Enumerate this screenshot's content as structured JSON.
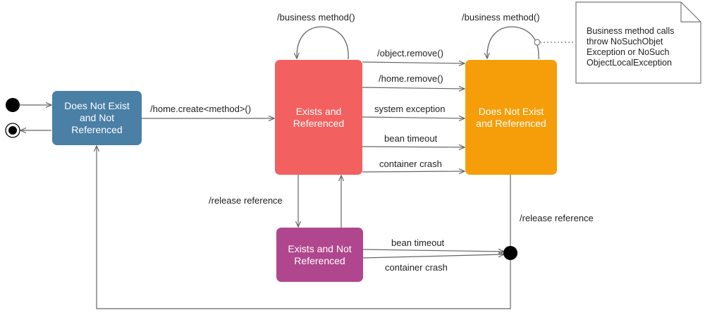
{
  "colors": {
    "nonexist_state": "#4a7fa6",
    "exists_ref_state": "#f2605f",
    "exists_notref_state": "#b0468e",
    "nonexist_ref_state": "#f59e0a",
    "line": "#666666",
    "note_border": "#777777"
  },
  "states": {
    "nonexist": "Does Not Exist\nand Not\nReferenced",
    "exists_ref": "Exists and\nReferenced",
    "exists_notref": "Exists and Not\nReferenced",
    "nonexist_ref": "Does Not Exist\nand Referenced"
  },
  "transitions": {
    "create": "/home.create<method>()",
    "business_method_1": "/business method()",
    "business_method_2": "/business method()",
    "object_remove": "/object.remove()",
    "home_remove": "/home.remove()",
    "system_exception": "system exception",
    "bean_timeout_1": "bean timeout",
    "container_crash_1": "container crash",
    "release_reference_1": "/release reference",
    "release_reference_2": "/release reference",
    "bean_timeout_2": "bean timeout",
    "container_crash_2": "container crash"
  },
  "note": {
    "text": "Business method calls\nthrow NoSuchObjet\nException or NoSuch\nObjectLocalException"
  }
}
